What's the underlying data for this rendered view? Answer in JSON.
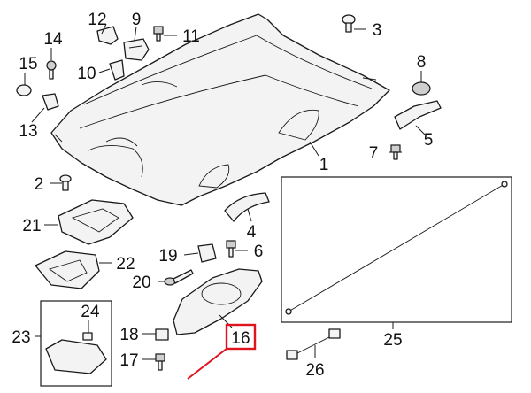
{
  "diagram": {
    "callouts": {
      "c1": "1",
      "c2": "2",
      "c3": "3",
      "c4": "4",
      "c5": "5",
      "c6": "6",
      "c7": "7",
      "c8": "8",
      "c9": "9",
      "c10": "10",
      "c11": "11",
      "c12": "12",
      "c13": "13",
      "c14": "14",
      "c15": "15",
      "c16": "16",
      "c17": "17",
      "c18": "18",
      "c19": "19",
      "c20": "20",
      "c21": "21",
      "c22": "22",
      "c23": "23",
      "c24": "24",
      "c25": "25",
      "c26": "26"
    },
    "highlighted_callout": "16",
    "colors": {
      "highlight": "#e0141e",
      "line": "#1a1a1a"
    }
  }
}
